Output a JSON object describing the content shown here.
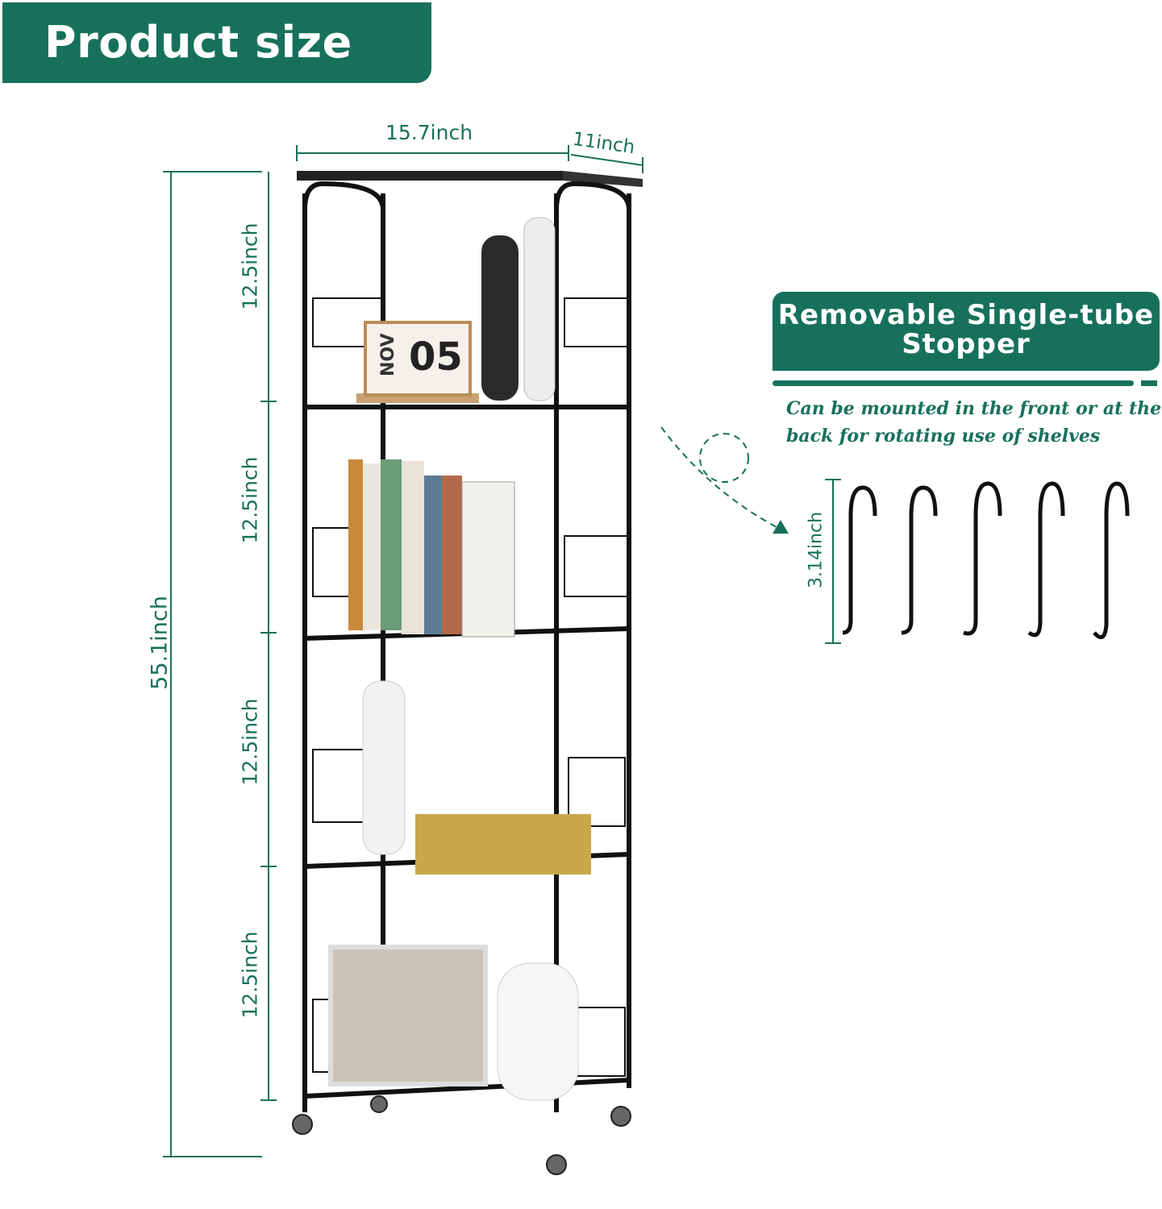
{
  "header": {
    "title": "Product size"
  },
  "dimensions": {
    "width": "15.7inch",
    "depth": "11inch",
    "total_height": "55.1inch",
    "tier_heights": [
      "12.5inch",
      "12.5inch",
      "12.5inch",
      "12.5inch"
    ],
    "hook_length": "3.14inch"
  },
  "stopper": {
    "title": "Removable Single-tube Stopper",
    "description": "Can be mounted in the front or at the back for rotating use of shelves"
  },
  "decor": {
    "calendar_month": "NOV",
    "calendar_day": "05"
  },
  "colors": {
    "brand": "#17715a",
    "frame": "#111111"
  }
}
